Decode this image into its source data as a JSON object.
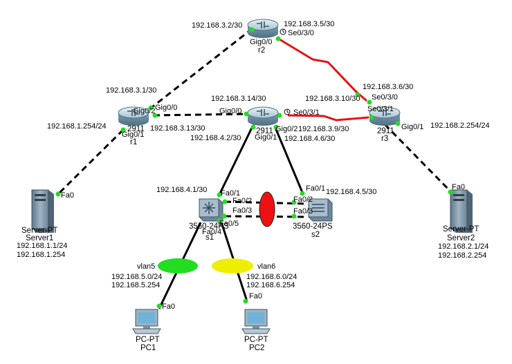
{
  "colors": {
    "link_black": "#000000",
    "link_serial": "#e81010",
    "port_up": "#22dd22",
    "router_body": "#6d8fa3",
    "router_top": "#c9dbe5",
    "switch_body": "#8fa6b8",
    "server_body": "#7f97a8",
    "pc_screen": "#6fb3d6",
    "vlan5_fill": "#22dd22",
    "vlan6_fill": "#eeee00",
    "etherchannel_fill": "#ee1111"
  },
  "devices": {
    "r2": {
      "label": "r2",
      "icon": "router-icon"
    },
    "r1": {
      "label": "r1",
      "model": "2911",
      "icon": "router-icon"
    },
    "r_center": {
      "model": "2911",
      "icon": "router-icon"
    },
    "r3": {
      "label": "r3",
      "model": "2911",
      "icon": "router-icon"
    },
    "s1": {
      "label": "s1",
      "model": "3560-24PS",
      "icon": "multilayer-switch-icon"
    },
    "s2": {
      "label": "s2",
      "model": "3560-24PS",
      "icon": "switch-icon"
    },
    "server1": {
      "type": "Server-PT",
      "label": "Server1",
      "ip": "192.168.1.1/24",
      "gw": "192.168.1.254",
      "icon": "server-icon"
    },
    "server2": {
      "type": "Server-PT",
      "label": "Server2",
      "ip": "192.168.2.1/24",
      "gw": "192.168.2.254",
      "icon": "server-icon"
    },
    "pc1": {
      "type": "PC-PT",
      "label": "PC1",
      "icon": "pc-icon"
    },
    "pc2": {
      "type": "PC-PT",
      "label": "PC2",
      "icon": "pc-icon"
    }
  },
  "ports": {
    "r2_g00": "Gig0/0",
    "r2_s030": "Se0/3/0",
    "r1_g02": "Gig0/2",
    "r1_g00": "Gig0/0",
    "r1_g01": "Gig0/1",
    "c_g00": "Gig0/0",
    "c_s031": "Se0/3/1",
    "c_g02": "Gig0/2",
    "c_g01": "Gig0/1",
    "r3_s030": "Se0/3/0",
    "r3_s031": "Se0/3/1",
    "r3_g01": "Gig0/1",
    "s1_fa01": "Fa0/1",
    "s1_fa02": "Fa0/2",
    "s1_fa03": "Fa0/3",
    "s1_fa04": "Fa0/4",
    "s1_fa05": "Fa0/5",
    "s2_fa01": "Fa0/1",
    "s2_fa02": "Fa0/2",
    "s2_fa03": "Fa0/3",
    "server1_fa0": "Fa0",
    "server2_fa0": "Fa0",
    "pc1_fa0": "Fa0",
    "pc2_fa0": "Fa0"
  },
  "ips": {
    "r2_g00": "192.168.3.2/30",
    "r2_s030": "192.168.3.5/30",
    "r1_g00": "192.168.3.1/30",
    "r1_g01": "192.168.1.254/24",
    "r1_g02": "192.168.3.13/30",
    "c_g00": "192.168.3.14/30",
    "c_s031": "192.168.3.10/30",
    "c_g02": "192.168.4.2/30",
    "c_g01_upper": "192.168.3.9/30",
    "c_g01_lower": "192.168.4.6/30",
    "r3_s030": "192.168.3.6/30",
    "r3_g01": "192.168.2.254/24",
    "s1_fa01": "192.168.4.1/30",
    "s2_fa01": "192.168.4.5/30"
  },
  "vlans": {
    "vlan5": {
      "name": "vlan5",
      "network": "192.168.5.0/24",
      "gateway": "192.168.5.254"
    },
    "vlan6": {
      "name": "vlan6",
      "network": "192.168.6.0/24",
      "gateway": "192.168.6.254"
    }
  }
}
